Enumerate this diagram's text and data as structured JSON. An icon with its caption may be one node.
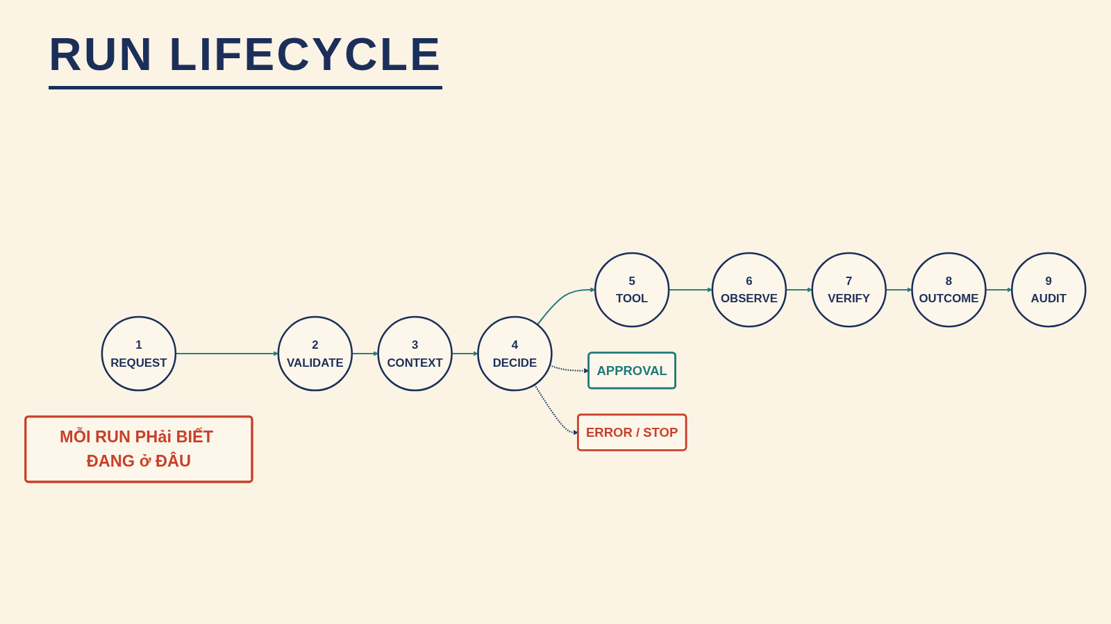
{
  "diagram": {
    "title": "RUN LIFECYCLE",
    "nodes": [
      {
        "text": [
          "1",
          "REQUEST"
        ]
      },
      {
        "text": [
          "2",
          "VALIDATE"
        ]
      },
      {
        "text": [
          "3",
          "CONTEXT"
        ]
      },
      {
        "text": [
          "4",
          "DECIDE"
        ]
      },
      {
        "text": [
          "5",
          "TOOL"
        ]
      },
      {
        "text": [
          "6",
          "OBSERVE"
        ]
      },
      {
        "text": [
          "7",
          "VERIFY"
        ]
      },
      {
        "text": [
          "8",
          "OUTCOME"
        ]
      },
      {
        "text": [
          "9",
          "AUDIT"
        ]
      },
      {
        "text": [
          "APPROVAL"
        ]
      },
      {
        "text": [
          "ERROR / STOP"
        ]
      },
      {
        "text": [
          "MỖI RUN PHải BIẾT ĐANG ở ĐÂU"
        ]
      }
    ],
    "edges": [
      {
        "from": 0,
        "to": 1,
        "arrow": "to"
      },
      {
        "from": 1,
        "to": 2,
        "arrow": "to"
      },
      {
        "from": 2,
        "to": 3,
        "arrow": "to"
      },
      {
        "from": 3,
        "to": 4,
        "arrow": "to"
      },
      {
        "from": 4,
        "to": 5,
        "arrow": "to"
      },
      {
        "from": 5,
        "to": 6,
        "arrow": "to"
      },
      {
        "from": 6,
        "to": 7,
        "arrow": "to"
      },
      {
        "from": 7,
        "to": 8,
        "arrow": "to"
      },
      {
        "from": 3,
        "to": 9,
        "arrow": "to",
        "style": "dashed",
        "color": "#1f3a5f"
      },
      {
        "from": 3,
        "to": 10,
        "arrow": "to",
        "style": "dashed",
        "color": "#1f3a5f"
      }
    ]
  }
}
